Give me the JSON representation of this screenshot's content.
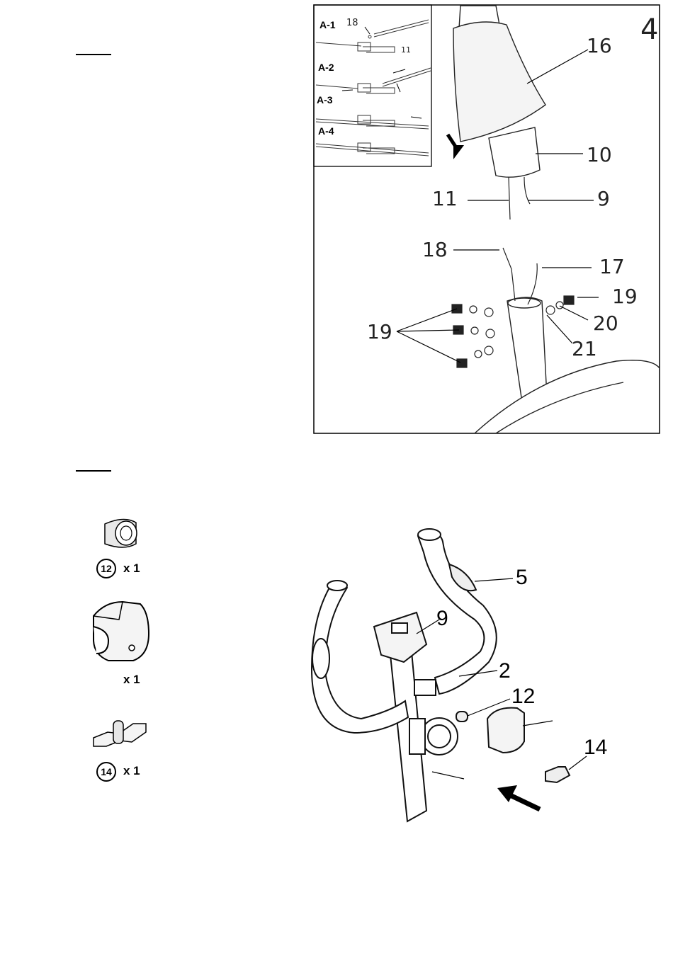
{
  "step4": {
    "step_number": "4",
    "inset_labels": [
      "A-1",
      "A-2",
      "A-3",
      "A-4"
    ],
    "inset_callouts": [
      "18",
      "11"
    ],
    "callouts": [
      "16",
      "10",
      "11",
      "9",
      "18",
      "17",
      "19",
      "20",
      "21",
      "19"
    ]
  },
  "step5": {
    "parts": [
      {
        "name": "spacer",
        "number": "12",
        "qty": "x 1"
      },
      {
        "name": "cover",
        "number": "",
        "qty": "x 1"
      },
      {
        "name": "knob",
        "number": "14",
        "qty": "x 1"
      }
    ],
    "callouts": [
      "5",
      "9",
      "2",
      "12",
      "14"
    ]
  }
}
